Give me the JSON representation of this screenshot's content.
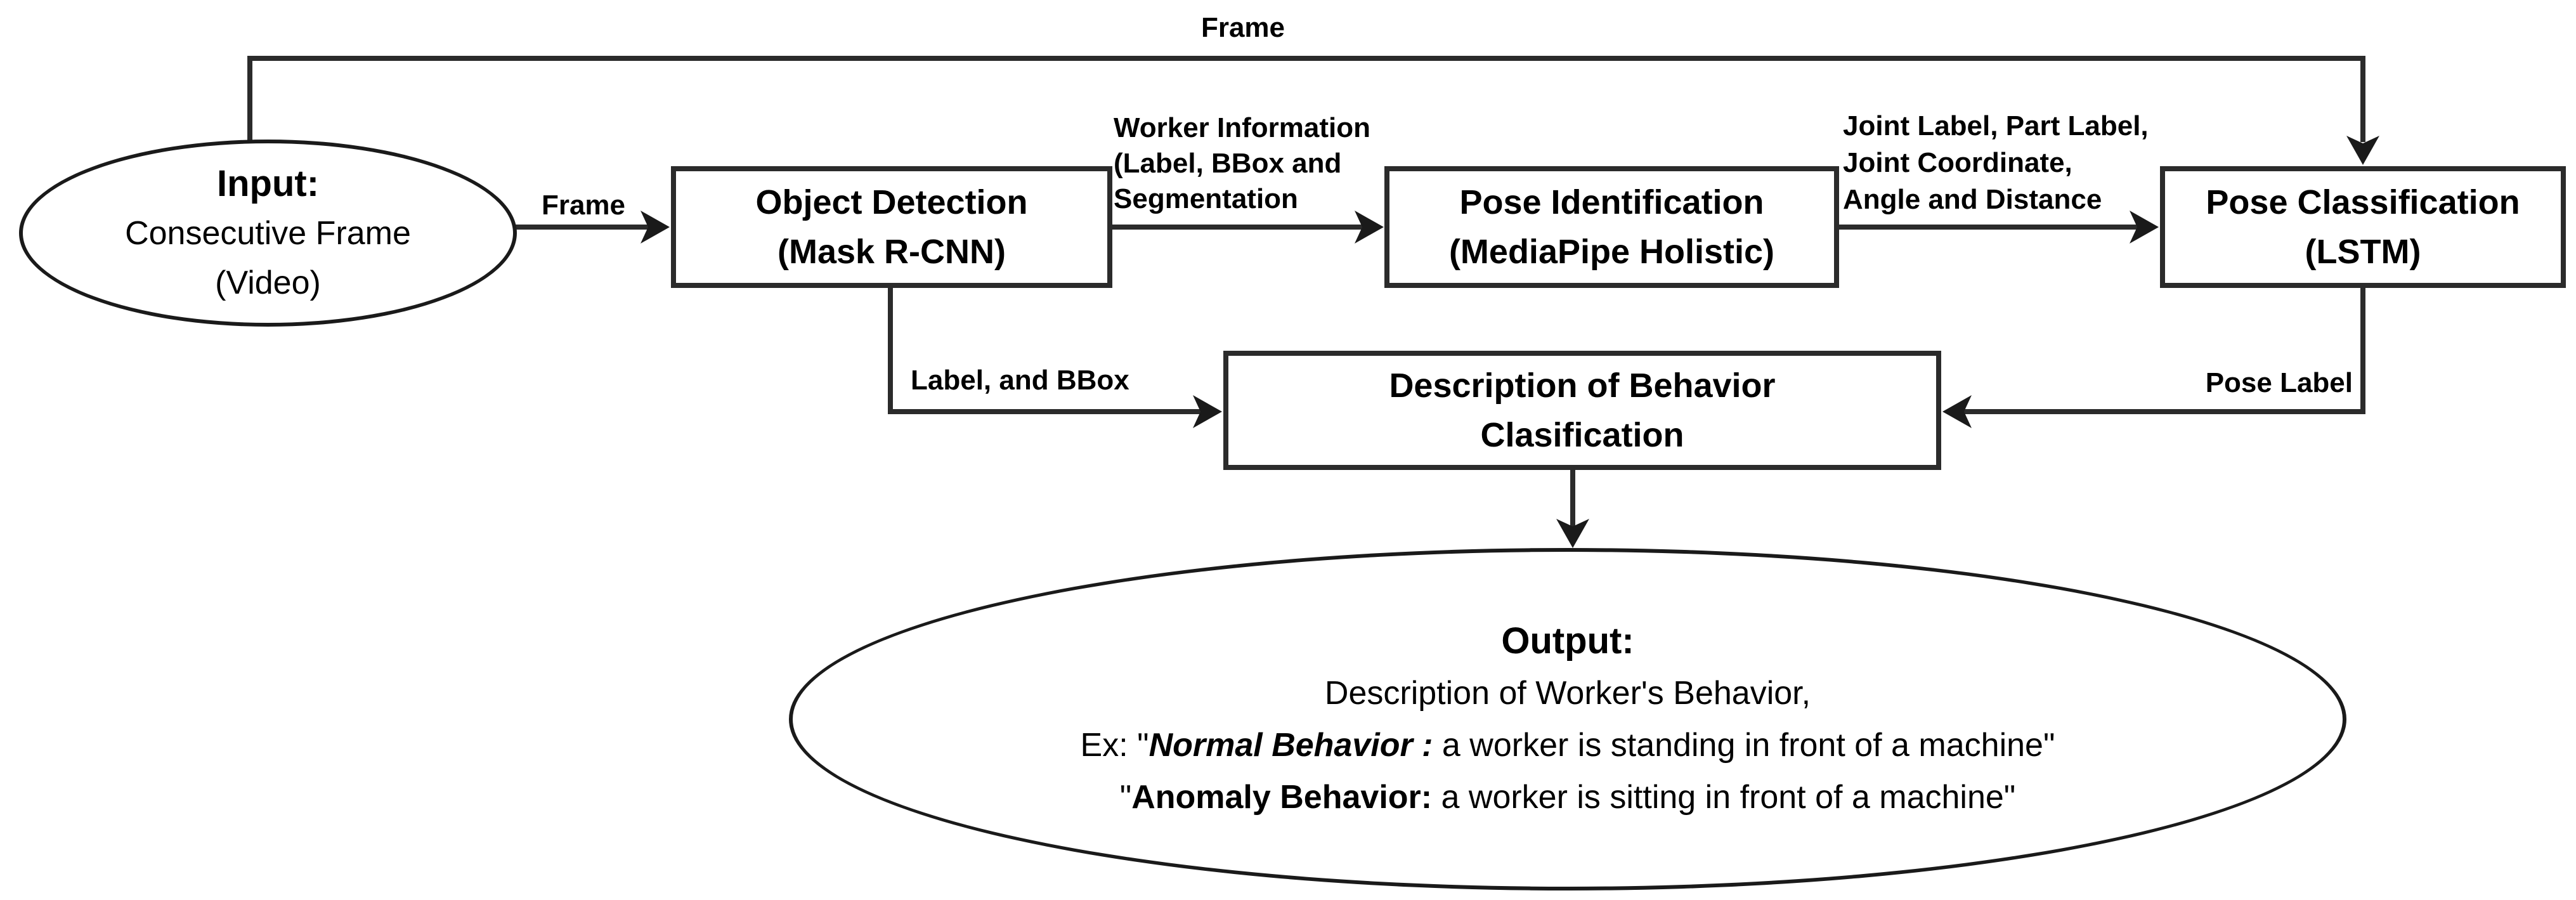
{
  "diagram": {
    "background_color": "#ffffff",
    "stroke_color": "#2b2b2b",
    "text_color": "#000000",
    "top_edge_label": "Frame",
    "input_ellipse": {
      "title": "Input:",
      "line1": "Consecutive Frame",
      "line2": "(Video)"
    },
    "boxes": {
      "object_detection": {
        "line1": "Object Detection",
        "line2": "(Mask R-CNN)"
      },
      "pose_identification": {
        "line1": "Pose Identification",
        "line2": "(MediaPipe Holistic)"
      },
      "pose_classification": {
        "line1": "Pose Classification",
        "line2": "(LSTM)"
      },
      "description": {
        "line1": "Description of Behavior",
        "line2": "Clasification"
      }
    },
    "edge_labels": {
      "frame_to_od": "Frame",
      "worker_info": [
        "Worker Information",
        "(Label, BBox and",
        "Segmentation"
      ],
      "joint_info": [
        "Joint Label, Part Label,",
        "Joint Coordinate,",
        "Angle and Distance"
      ],
      "od_to_desc": "Label, and BBox",
      "pc_to_desc": "Pose Label"
    },
    "output_ellipse": {
      "title": "Output:",
      "line1": "Description of Worker's Behavior,",
      "line2_prefix": "Ex: \"",
      "line2_emph": "Normal Behavior :",
      "line2_rest": " a worker is standing in front of a machine\"",
      "line3_prefix": "\"",
      "line3_emph": "Anomaly Behavior:",
      "line3_rest": " a worker is sitting in front of a machine\""
    }
  }
}
